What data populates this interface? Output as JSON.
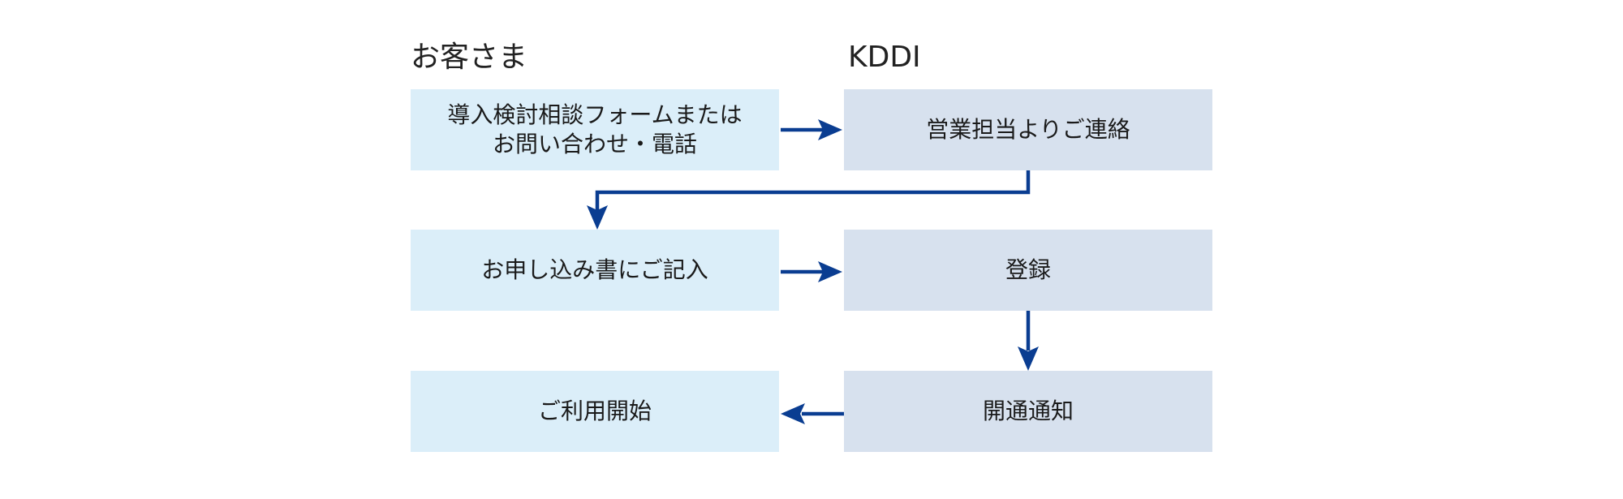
{
  "headers": {
    "customer": "お客さま",
    "kddi": "KDDI"
  },
  "steps": {
    "consult_line1": "導入検討相談フォームまたは",
    "consult_line2": "お問い合わせ・電話",
    "contact": "営業担当よりご連絡",
    "apply": "お申し込み書にご記入",
    "register": "登録",
    "notify": "開通通知",
    "start": "ご利用開始"
  },
  "colors": {
    "customer_box": "#dbeef9",
    "kddi_box": "#d7e1ee",
    "arrow": "#0a3d91"
  }
}
